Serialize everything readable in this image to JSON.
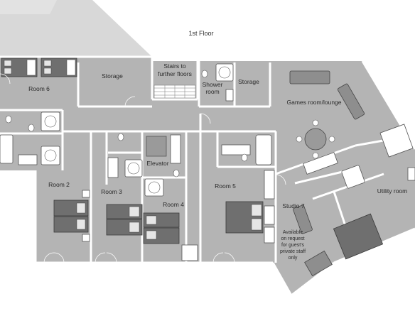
{
  "floor_title": "1st Floor",
  "rooms": {
    "room6": "Room 6",
    "storage_left": "Storage",
    "stairs_line1": "Stairs to",
    "stairs_line2": "further floors",
    "shower_line1": "Shower",
    "shower_line2": "room",
    "storage_right": "Storage",
    "games": "Games room/lounge",
    "elevator": "Elevator",
    "room2": "Room 2",
    "room3": "Room 3",
    "room4": "Room 4",
    "room5": "Room 5",
    "studio7": "Studio 7",
    "utility": "Utility room"
  },
  "note_lines": [
    "Available",
    "on request",
    "for guest's",
    "private staff",
    "only"
  ],
  "colors": {
    "floor": "#b4b4b4",
    "exterior": "#d8d8d8",
    "wall": "#ffffff",
    "furniture_dark": "#6f6f6f",
    "fixture": "#ffffff"
  }
}
